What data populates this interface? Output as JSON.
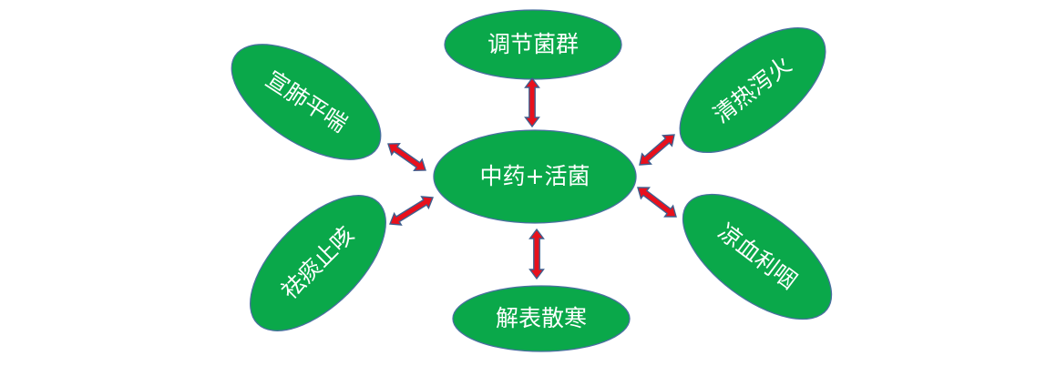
{
  "diagram": {
    "center": {
      "label": "中药+活菌"
    },
    "nodes": {
      "top": {
        "label": "调节菌群"
      },
      "top_left": {
        "label": "宣肺平喘"
      },
      "top_right": {
        "label": "清热泻火"
      },
      "bottom_left": {
        "label": "祛痰止咳"
      },
      "bottom_right": {
        "label": "凉血利咽"
      },
      "bottom": {
        "label": "解表散寒"
      }
    },
    "colors": {
      "node_fill": "#0aa84a",
      "node_stroke": "#4a6fa0",
      "arrow_fill": "#e8101c",
      "arrow_stroke": "#3f5f8f",
      "text": "#ffffff",
      "background": "#ffffff"
    }
  }
}
